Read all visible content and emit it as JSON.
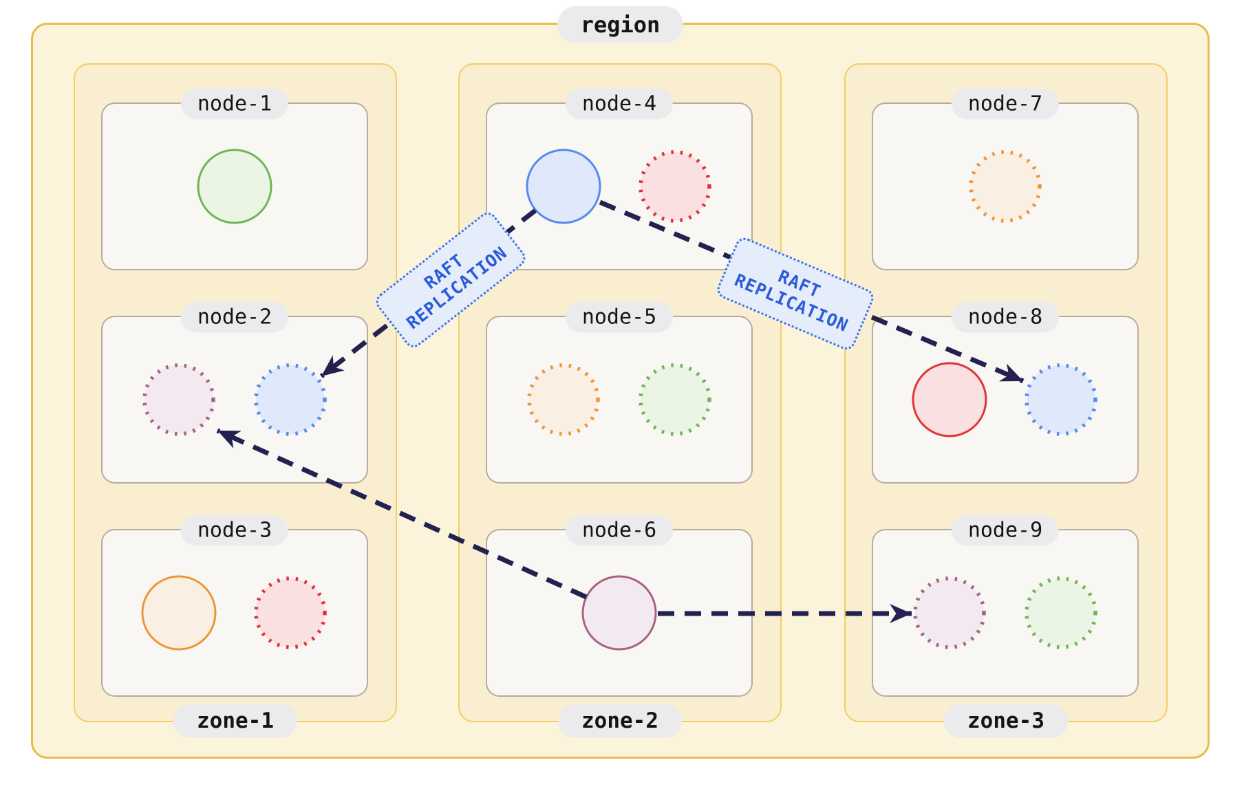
{
  "region": {
    "label": "region"
  },
  "edge": {
    "line1": "RAFT",
    "line2": "REPLICATION",
    "full_label": "RAFT REPLICATION"
  },
  "zones": [
    {
      "label": "zone-1",
      "nodes": [
        {
          "label": "node-1",
          "replicas": [
            {
              "color": "green",
              "style": "solid"
            }
          ]
        },
        {
          "label": "node-2",
          "replicas": [
            {
              "color": "purple",
              "style": "dotted"
            },
            {
              "color": "blue",
              "style": "dotted"
            }
          ]
        },
        {
          "label": "node-3",
          "replicas": [
            {
              "color": "orange",
              "style": "solid"
            },
            {
              "color": "red",
              "style": "dotted"
            }
          ]
        }
      ]
    },
    {
      "label": "zone-2",
      "nodes": [
        {
          "label": "node-4",
          "replicas": [
            {
              "color": "blue",
              "style": "solid"
            },
            {
              "color": "red",
              "style": "dotted"
            }
          ]
        },
        {
          "label": "node-5",
          "replicas": [
            {
              "color": "orange",
              "style": "dotted"
            },
            {
              "color": "green",
              "style": "dotted"
            }
          ]
        },
        {
          "label": "node-6",
          "replicas": [
            {
              "color": "purple",
              "style": "solid"
            }
          ]
        }
      ]
    },
    {
      "label": "zone-3",
      "nodes": [
        {
          "label": "node-7",
          "replicas": [
            {
              "color": "orange",
              "style": "dotted"
            }
          ]
        },
        {
          "label": "node-8",
          "replicas": [
            {
              "color": "red",
              "style": "solid"
            },
            {
              "color": "blue",
              "style": "dotted"
            }
          ]
        },
        {
          "label": "node-9",
          "replicas": [
            {
              "color": "purple",
              "style": "dotted"
            },
            {
              "color": "green",
              "style": "dotted"
            }
          ]
        }
      ]
    }
  ],
  "connections": [
    {
      "from": "node-4",
      "to": "node-2",
      "label": "RAFT REPLICATION"
    },
    {
      "from": "node-4",
      "to": "node-8",
      "label": "RAFT REPLICATION"
    },
    {
      "from": "node-6",
      "to": "node-2",
      "label": ""
    },
    {
      "from": "node-6",
      "to": "node-9",
      "label": ""
    }
  ],
  "palette": {
    "green": {
      "stroke": "#6FB551",
      "fill": "#EAF5E5"
    },
    "blue": {
      "stroke": "#548BEA",
      "fill": "#DFE9FB"
    },
    "red": {
      "stroke": "#DE3534",
      "fill": "#FAE0E0"
    },
    "orange": {
      "stroke": "#EE9539",
      "fill": "#FAEFE3"
    },
    "purple": {
      "stroke": "#A8627F",
      "fill": "#F2EAF0"
    }
  },
  "colors": {
    "arrow": "#232150",
    "region_border": "#E6BE4B",
    "zone_border": "#F2CE63",
    "node_border": "#B9AAA1",
    "edge_label_text": "#2D5BD8"
  }
}
